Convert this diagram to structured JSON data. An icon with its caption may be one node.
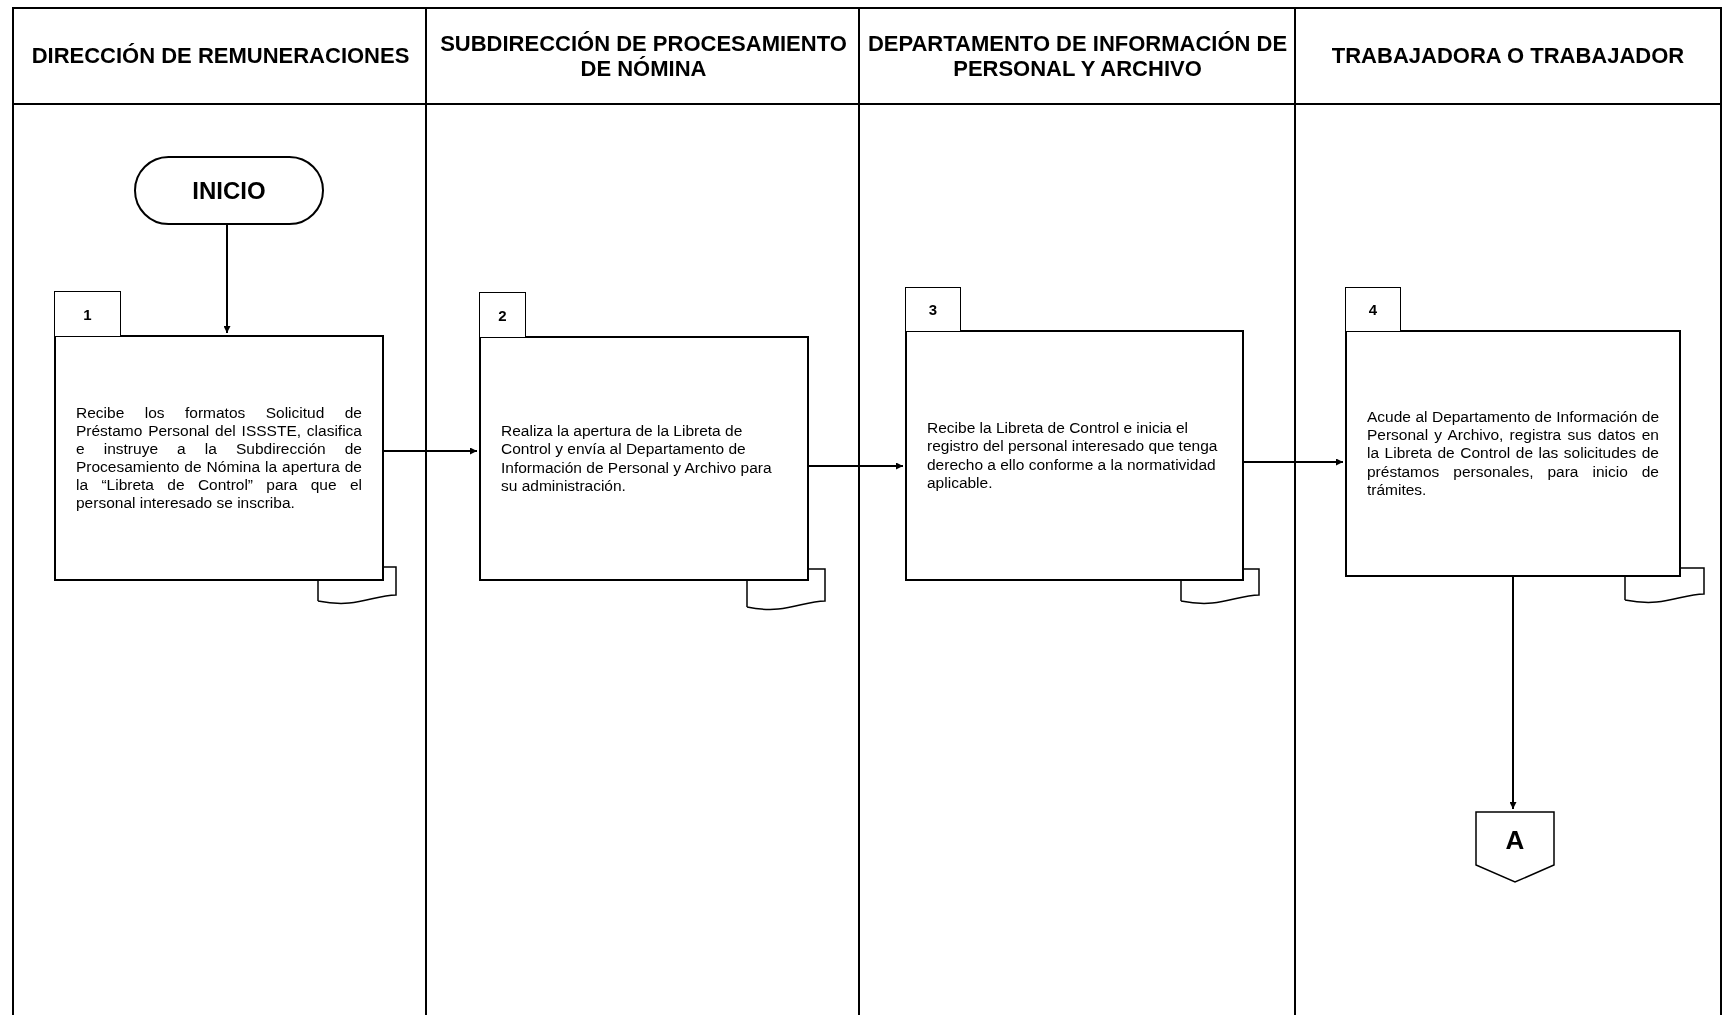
{
  "diagram": {
    "nodes": [
      {
        "text": [
          "DIRECCIÓN DE REMUNERACIONES"
        ]
      },
      {
        "text": [
          "SUBDIRECCIÓN DE PROCESAMIENTO DE NÓMINA"
        ]
      },
      {
        "text": [
          "DEPARTAMENTO DE INFORMACIÓN DE PERSONAL Y ARCHIVO"
        ]
      },
      {
        "text": [
          "TRABAJADORA O TRABAJADOR"
        ]
      },
      {
        "text": [
          "INICIO"
        ],
        "in": 0
      },
      {
        "text": [
          "1",
          "Recibe los formatos Solicitud de Préstamo Personal del ISSSTE, clasifica e instruye a la Subdirección de Procesamiento de Nómina la apertura de la “Libreta de Control” para que el personal interesado se inscriba."
        ],
        "in": 0
      },
      {
        "text": [
          "2",
          "Realiza la apertura de la Libreta de Control y envía al Departamento de Información de Personal y Archivo para su administración."
        ],
        "in": 1
      },
      {
        "text": [
          "3",
          "Recibe la Libreta de Control e inicia el registro del personal interesado que tenga derecho a ello conforme a la normatividad aplicable."
        ],
        "in": 2
      },
      {
        "text": [
          "4",
          "Acude al Departamento de Información de Personal y Archivo, registra sus datos en la Libreta de Control de las solicitudes de préstamos personales, para inicio de trámites."
        ],
        "in": 3
      },
      {
        "text": [
          "A"
        ],
        "in": 3
      }
    ],
    "edges": [
      {
        "from": 4,
        "to": 5,
        "arrow": "to"
      },
      {
        "from": 5,
        "to": 6,
        "arrow": "to"
      },
      {
        "from": 6,
        "to": 7,
        "arrow": "to"
      },
      {
        "from": 7,
        "to": 8,
        "arrow": "to"
      },
      {
        "from": 8,
        "to": 9,
        "arrow": "to"
      }
    ]
  }
}
